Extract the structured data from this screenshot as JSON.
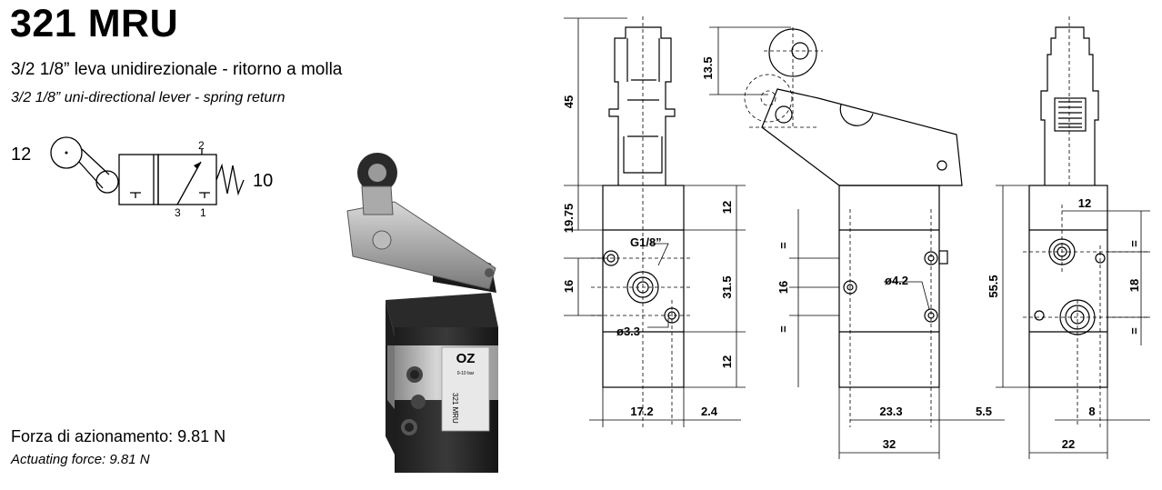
{
  "header": {
    "title": "321 MRU",
    "subtitle_it": "3/2 1/8” leva unidirezionale - ritorno a molla",
    "subtitle_en": "3/2 1/8” uni-directional lever - spring return"
  },
  "symbol": {
    "port_left": "12",
    "port_right": "10",
    "port_top": "2",
    "port_bottom_left": "3",
    "port_bottom_right": "1"
  },
  "product_photo": {
    "logo": "OZ",
    "label_line1": "321 MRU",
    "label_line2": "0-10 bar"
  },
  "footer": {
    "force_it": "Forza di azionamento: 9.81 N",
    "force_en": "Actuating force: 9.81 N"
  },
  "dimensions": {
    "front": {
      "d45": "45",
      "d19_75": "19.75",
      "d16": "16",
      "d12_top": "12",
      "d31_5": "31.5",
      "d12_bottom": "12",
      "d17_2": "17.2",
      "d2_4": "2.4",
      "thread": "G1/8”",
      "hole": "ø3.3"
    },
    "side": {
      "d13_5": "13.5",
      "d16": "16",
      "eq_top": "=",
      "eq_bottom": "=",
      "hole": "ø4.2",
      "d23_3": "23.3",
      "d5_5": "5.5",
      "d32": "32"
    },
    "right": {
      "d55_5": "55.5",
      "d12": "12",
      "d18": "18",
      "eq_top": "=",
      "eq_bottom": "=",
      "d8": "8",
      "d22": "22"
    }
  }
}
